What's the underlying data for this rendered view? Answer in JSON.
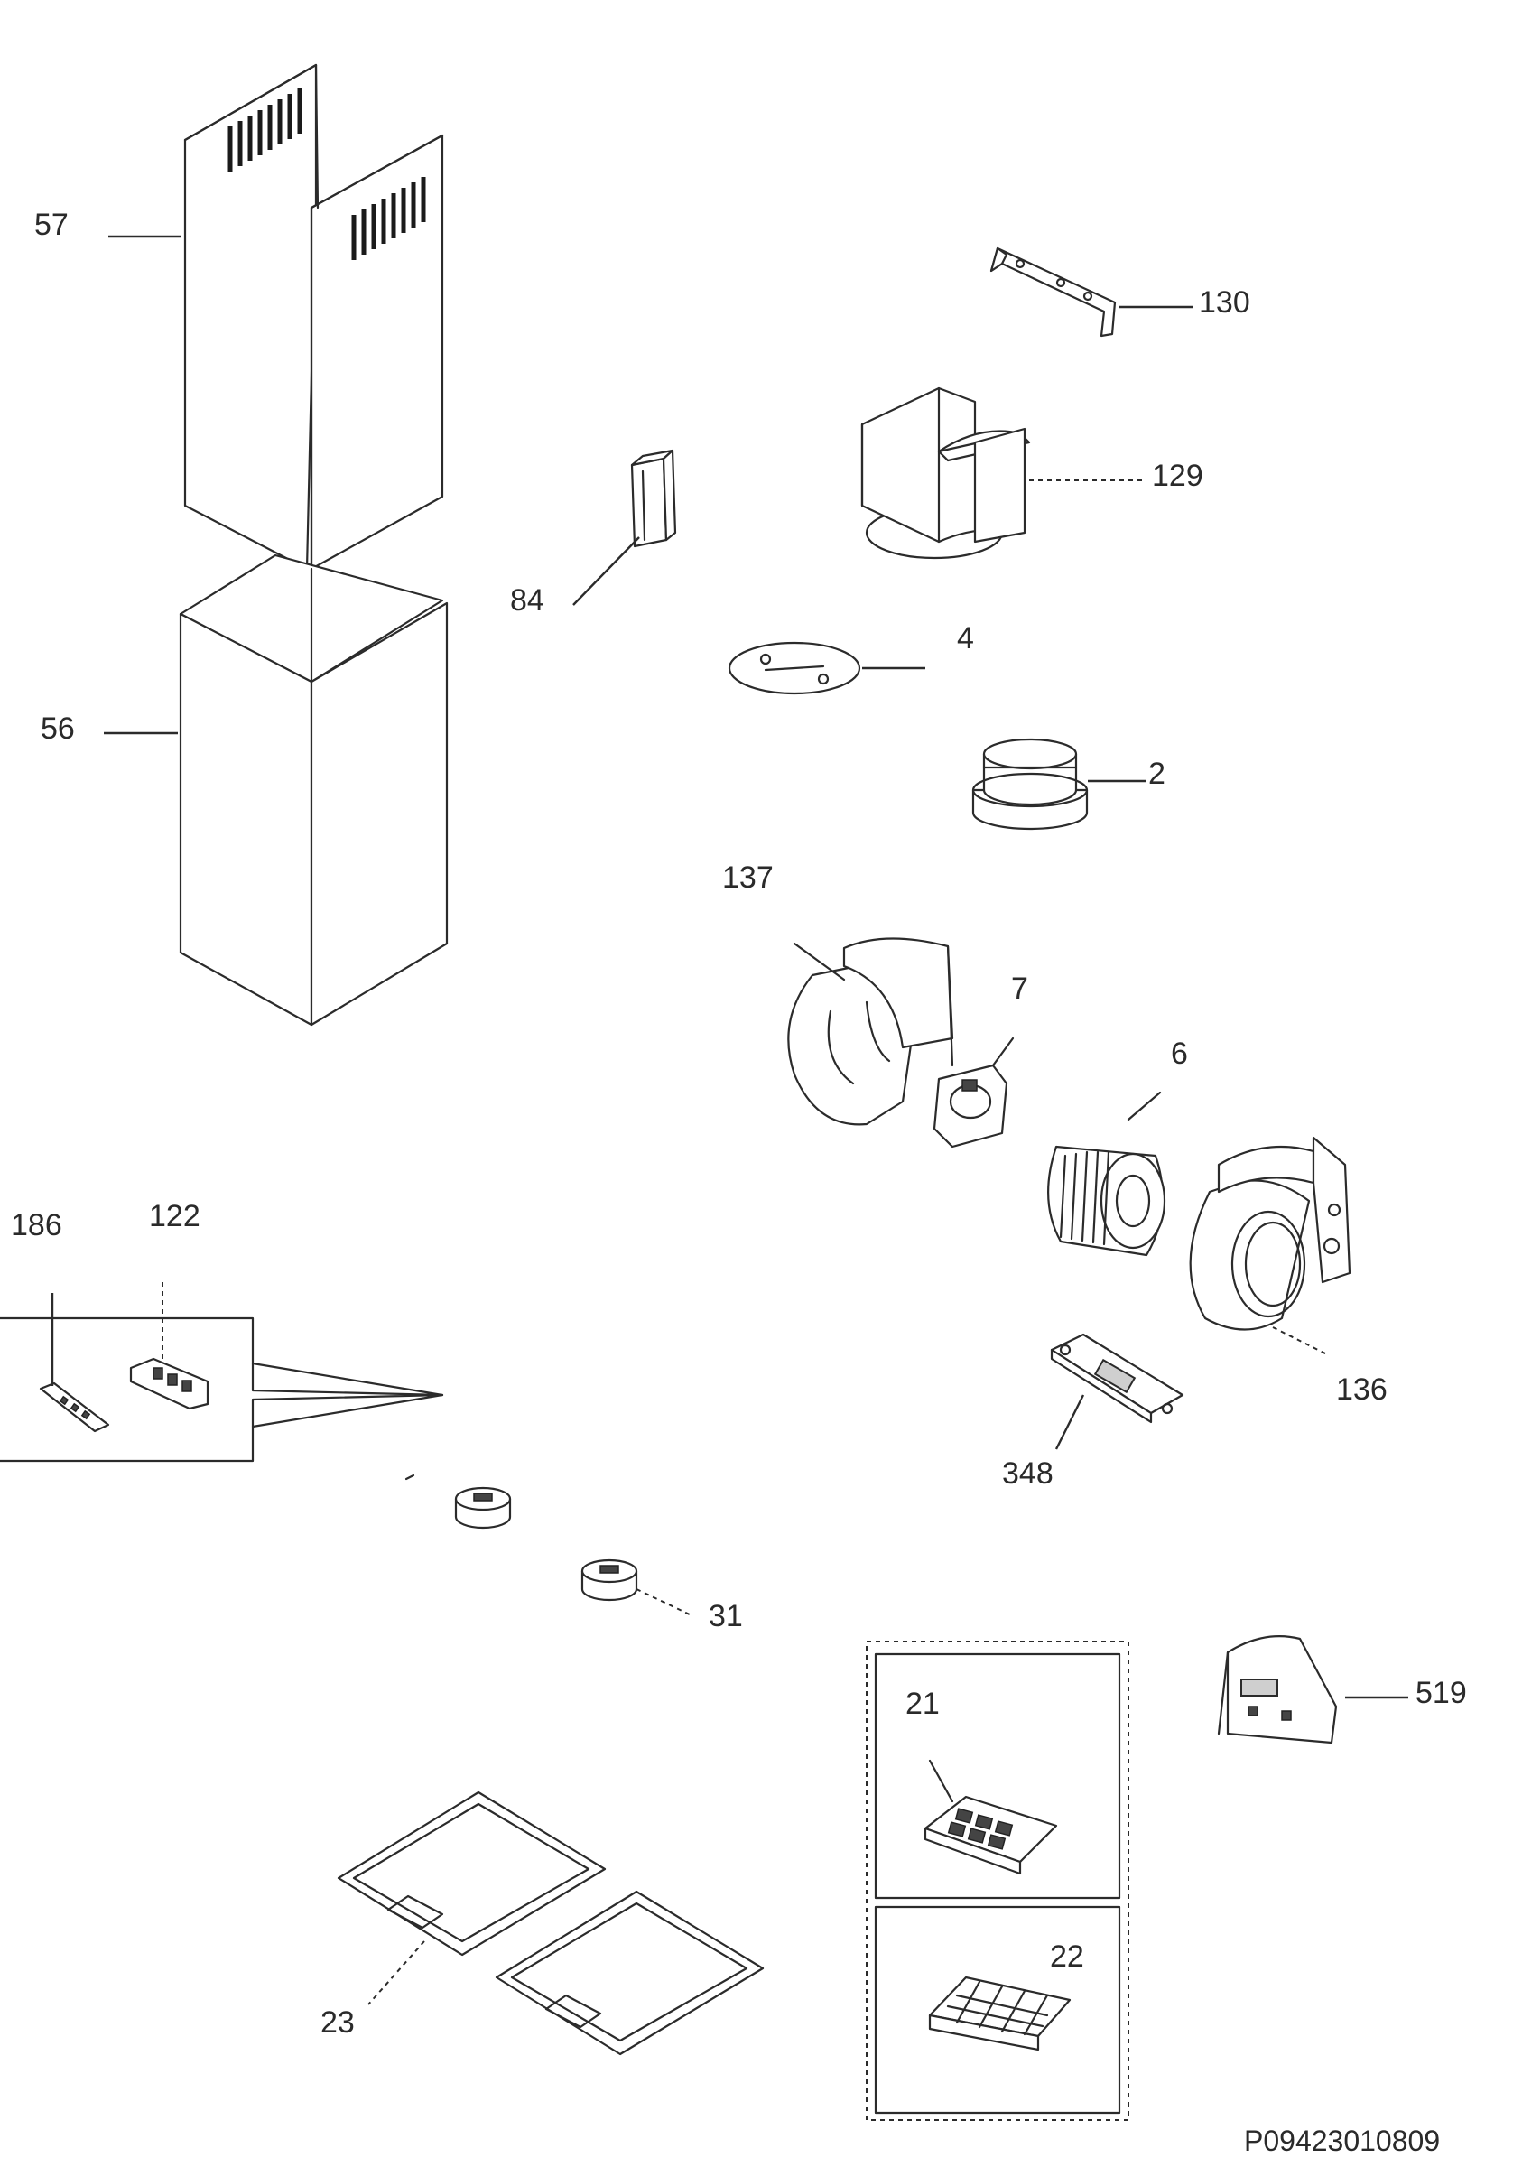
{
  "parts": [
    {
      "id": "57",
      "label": "57"
    },
    {
      "id": "56",
      "label": "56"
    },
    {
      "id": "84",
      "label": "84"
    },
    {
      "id": "130",
      "label": "130"
    },
    {
      "id": "129",
      "label": "129"
    },
    {
      "id": "4",
      "label": "4"
    },
    {
      "id": "2",
      "label": "2"
    },
    {
      "id": "137",
      "label": "137"
    },
    {
      "id": "7",
      "label": "7"
    },
    {
      "id": "6",
      "label": "6"
    },
    {
      "id": "186",
      "label": "186"
    },
    {
      "id": "122",
      "label": "122"
    },
    {
      "id": "136",
      "label": "136"
    },
    {
      "id": "348",
      "label": "348"
    },
    {
      "id": "31",
      "label": "31"
    },
    {
      "id": "519",
      "label": "519"
    },
    {
      "id": "21",
      "label": "21"
    },
    {
      "id": "22",
      "label": "22"
    },
    {
      "id": "23",
      "label": "23"
    }
  ],
  "drawing_code": "P09423010809"
}
